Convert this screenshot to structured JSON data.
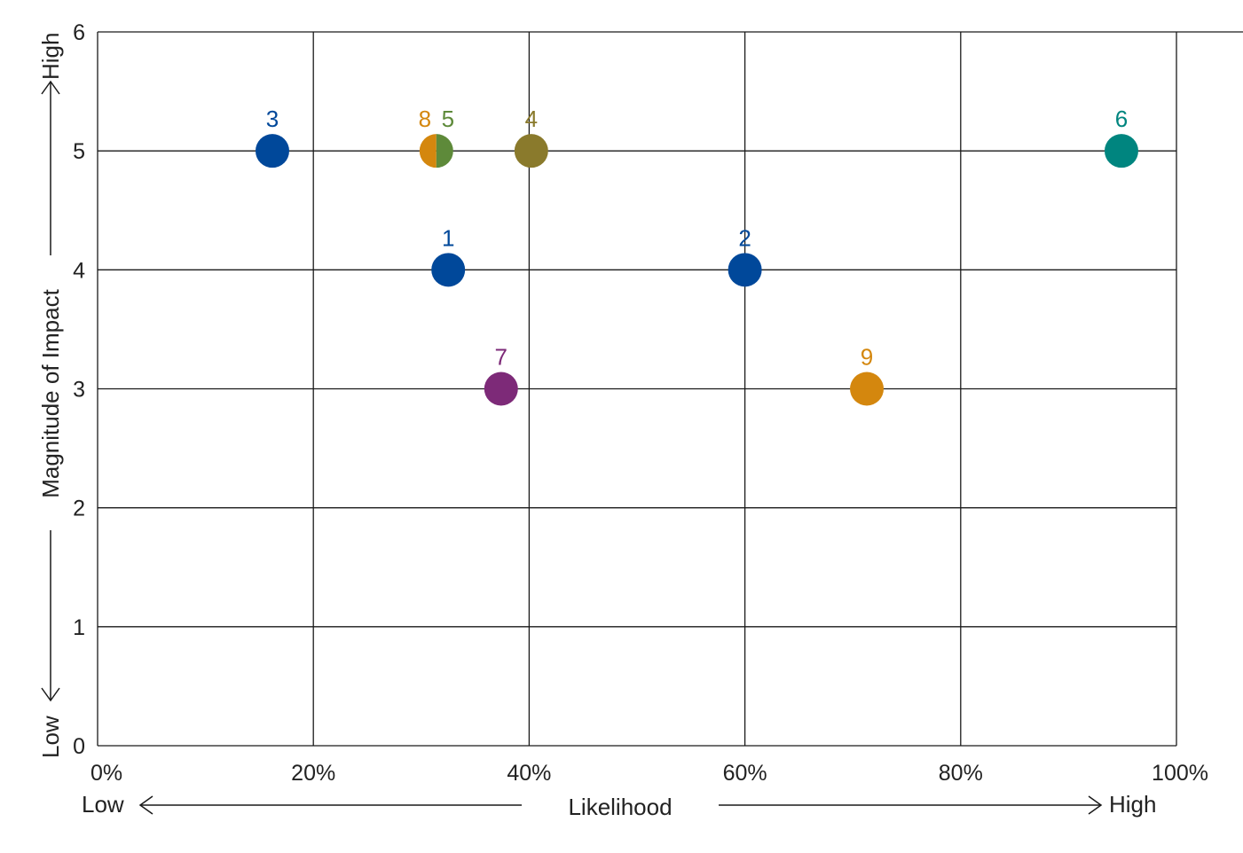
{
  "chart_data": {
    "type": "scatter",
    "xlabel": "Likelihood",
    "ylabel": "Magnitude of Impact",
    "x_low_label": "Low",
    "x_high_label": "High",
    "y_low_label": "Low",
    "y_high_label": "High",
    "xlim": [
      0,
      100
    ],
    "ylim": [
      0,
      6
    ],
    "x_unit": "%",
    "x_ticks": [
      0,
      20,
      40,
      60,
      80,
      100
    ],
    "y_ticks": [
      0,
      1,
      2,
      3,
      4,
      5,
      6
    ],
    "x_tick_labels": [
      "0%",
      "20%",
      "40%",
      "60%",
      "80%",
      "100%"
    ],
    "y_tick_labels": [
      "0",
      "1",
      "2",
      "3",
      "4",
      "5",
      "6"
    ],
    "grid": true,
    "points": [
      {
        "label": "1",
        "x": 32.5,
        "y": 4,
        "color": "#00489a"
      },
      {
        "label": "2",
        "x": 60.0,
        "y": 4,
        "color": "#00489a"
      },
      {
        "label": "3",
        "x": 16.2,
        "y": 5,
        "color": "#00489a"
      },
      {
        "label": "4",
        "x": 40.2,
        "y": 5,
        "color": "#8a7a2c"
      },
      {
        "label": "5",
        "x": 31.4,
        "y": 5,
        "color": "#5e8a3a"
      },
      {
        "label": "6",
        "x": 94.9,
        "y": 5,
        "color": "#00857f"
      },
      {
        "label": "7",
        "x": 37.4,
        "y": 3,
        "color": "#7d2a78"
      },
      {
        "label": "8",
        "x": 31.4,
        "y": 5,
        "color": "#d4870e"
      },
      {
        "label": "9",
        "x": 71.3,
        "y": 3,
        "color": "#d4870e"
      }
    ]
  }
}
